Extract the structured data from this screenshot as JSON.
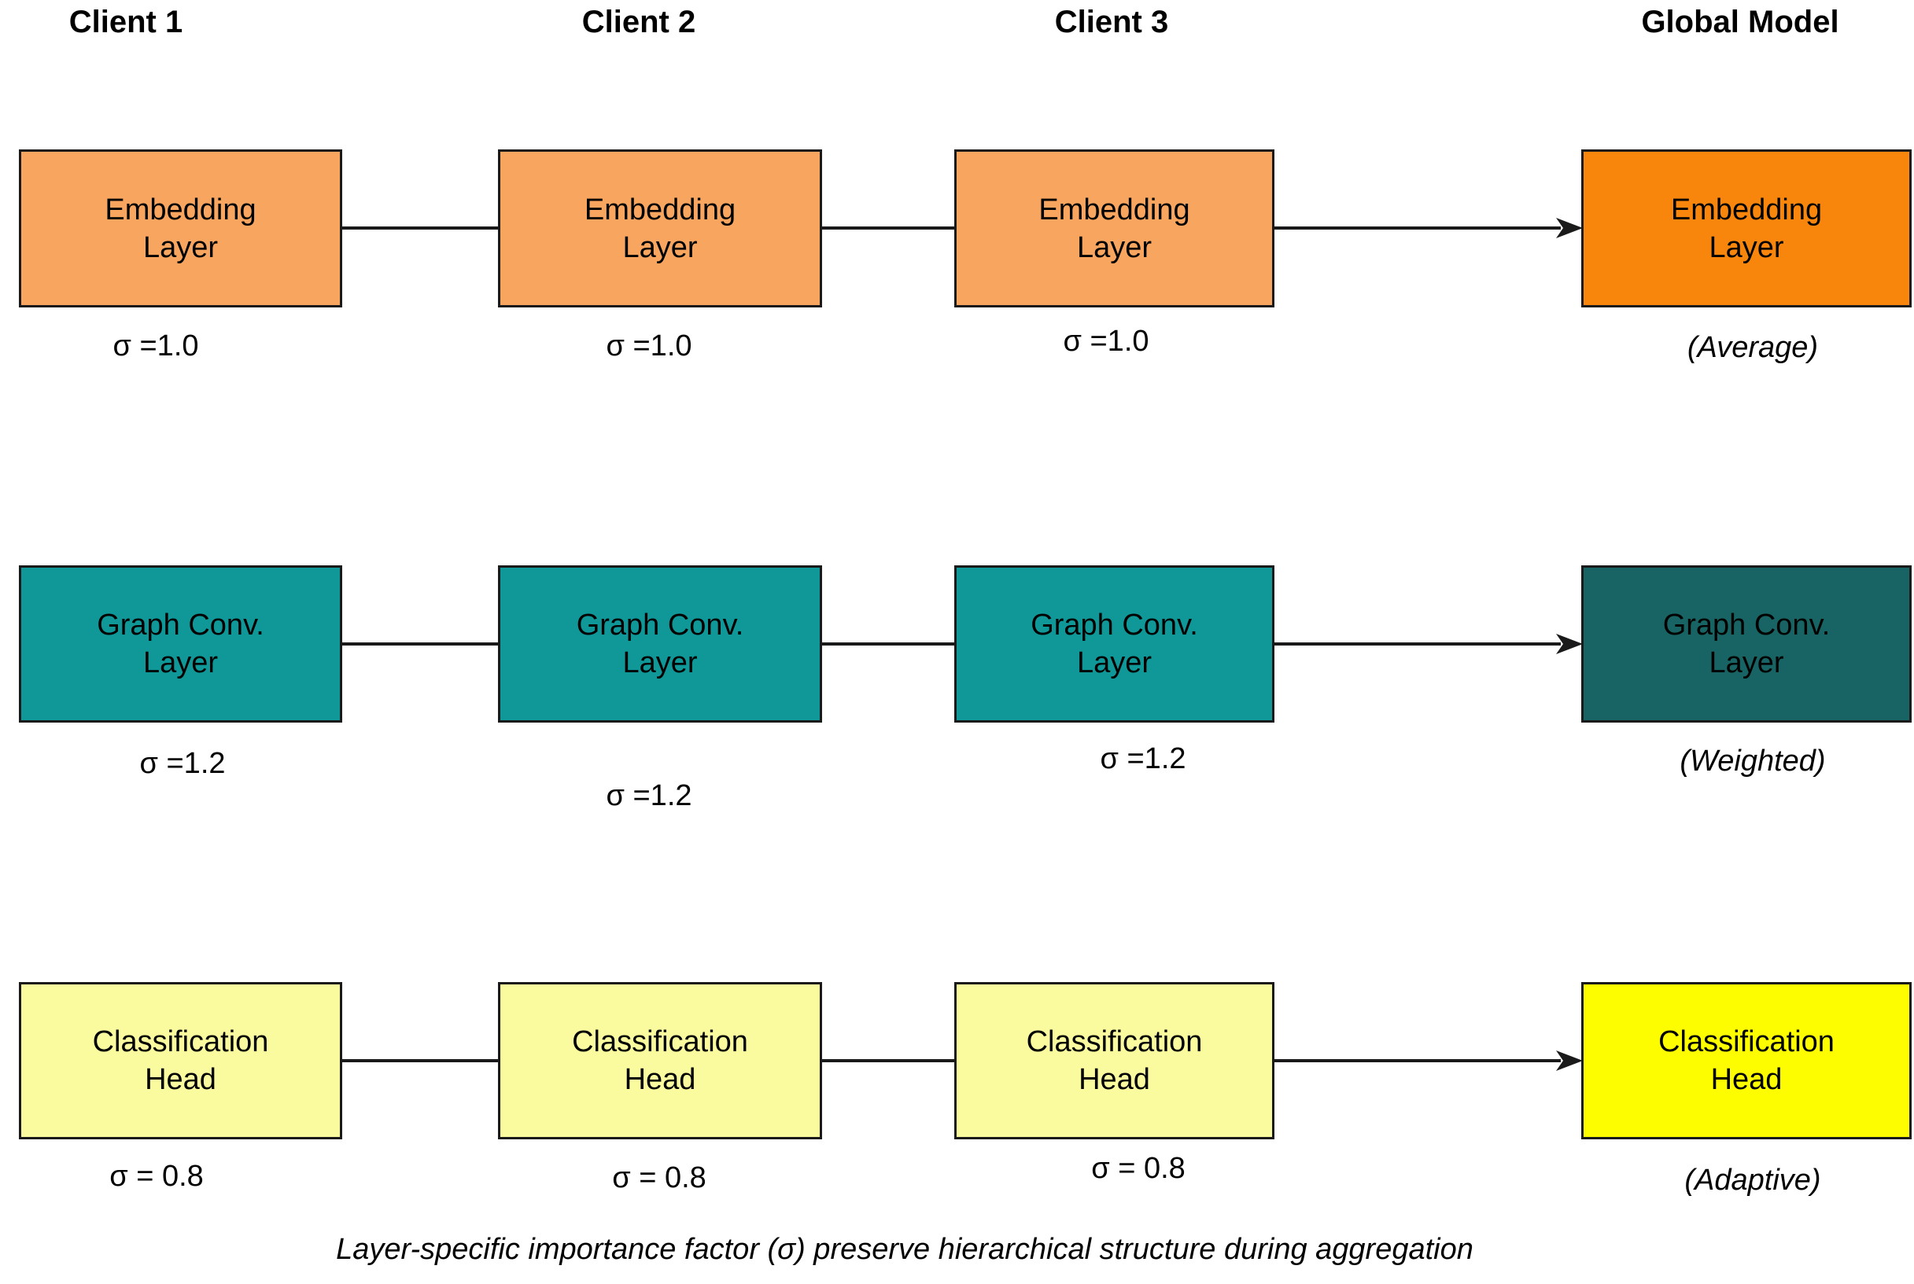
{
  "columns": [
    {
      "header": "Client 1",
      "boxes": [
        {
          "label": "Embedding\nLayer",
          "sub": "σ =1.0"
        },
        {
          "label": "Graph Conv.\nLayer",
          "sub": "σ =1.2"
        },
        {
          "label": "Classification\nHead",
          "sub": "σ = 0.8"
        }
      ]
    },
    {
      "header": "Client 2",
      "boxes": [
        {
          "label": "Embedding\nLayer",
          "sub": "σ =1.0"
        },
        {
          "label": "Graph Conv.\nLayer",
          "sub": "σ =1.2"
        },
        {
          "label": "Classification\nHead",
          "sub": "σ = 0.8"
        }
      ]
    },
    {
      "header": "Client 3",
      "boxes": [
        {
          "label": "Embedding\nLayer",
          "sub": "σ =1.0"
        },
        {
          "label": "Graph Conv.\nLayer",
          "sub": "σ =1.2"
        },
        {
          "label": "Classification\nHead",
          "sub": "σ = 0.8"
        }
      ]
    },
    {
      "header": "Global Model",
      "boxes": [
        {
          "label": "Embedding\nLayer",
          "sub": "(Average)"
        },
        {
          "label": "Graph Conv.\nLayer",
          "sub": "(Weighted)"
        },
        {
          "label": "Classification\nHead",
          "sub": "(Adaptive)"
        }
      ]
    }
  ],
  "caption": "Layer-specific importance factor (σ) preserve hierarchical structure during aggregation",
  "colors": {
    "client_embedding": "#F8A55F",
    "client_graphconv": "#109898",
    "client_classification": "#FAFA9E",
    "global_embedding": "#F8860D",
    "global_graphconv": "#186363",
    "global_classification": "#FDFD00",
    "line": "#1a1a1a"
  }
}
